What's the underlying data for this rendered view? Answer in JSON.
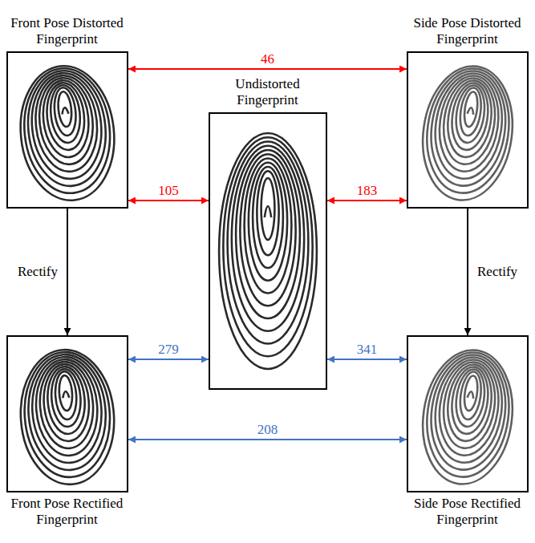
{
  "diagram": {
    "nodes": [
      {
        "text": [
          "Front Pose Distorted Fingerprint"
        ]
      },
      {
        "text": [
          "Side Pose Distorted Fingerprint"
        ]
      },
      {
        "text": [
          "Undistorted Fingerprint"
        ]
      },
      {
        "text": [
          "Front Pose Rectified Fingerprint"
        ]
      },
      {
        "text": [
          "Side Pose Rectified Fingerprint"
        ]
      }
    ],
    "edges": [
      {
        "from": 0,
        "to": 1,
        "label": "46",
        "arrow": "both"
      },
      {
        "from": 0,
        "to": 2,
        "label": "105",
        "arrow": "both"
      },
      {
        "from": 2,
        "to": 1,
        "label": "183",
        "arrow": "both"
      },
      {
        "from": 0,
        "to": 3,
        "label": "Rectify",
        "arrow": "to"
      },
      {
        "from": 1,
        "to": 4,
        "label": "Rectify",
        "arrow": "to"
      },
      {
        "from": 3,
        "to": 2,
        "label": "279",
        "arrow": "both"
      },
      {
        "from": 2,
        "to": 4,
        "label": "341",
        "arrow": "both"
      },
      {
        "from": 3,
        "to": 4,
        "label": "208",
        "arrow": "both"
      }
    ]
  }
}
